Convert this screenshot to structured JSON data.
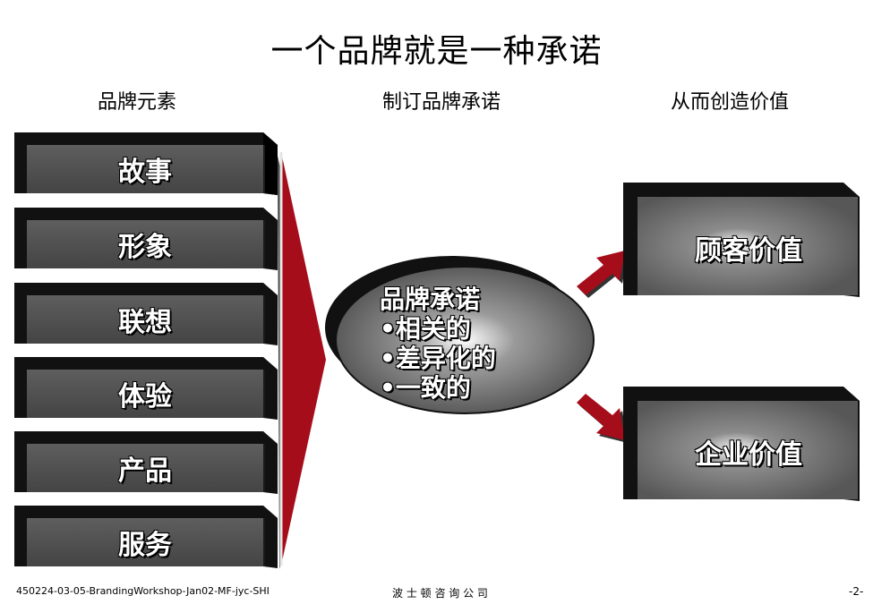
{
  "title": "一个品牌就是一种承诺",
  "columns": {
    "elements": "品牌元素",
    "promise": "制订品牌承诺",
    "value": "从而创造价值"
  },
  "brand_elements": [
    "故事",
    "形象",
    "联想",
    "体验",
    "产品",
    "服务"
  ],
  "promise": {
    "heading": "品牌承诺",
    "points": [
      "•相关的",
      "•差异化的",
      "•一致的"
    ]
  },
  "values": {
    "customer": "顾客价值",
    "enterprise": "企业价值"
  },
  "footer": {
    "left": "450224-03-05-BrandingWorkshop-Jan02-MF-jyc-SHI",
    "center": "波 士 顿 咨 询 公 司",
    "right": "-2-"
  },
  "colors": {
    "accent_red": "#a50d1b",
    "box_gray": "#555555",
    "shadow_black": "#111111"
  }
}
